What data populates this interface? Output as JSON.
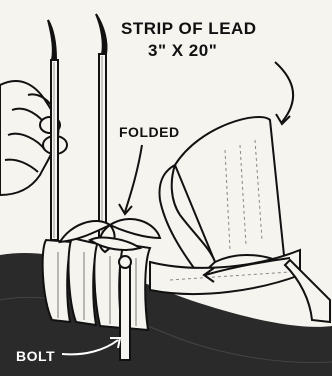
{
  "labels": {
    "strip_title": "STRIP OF LEAD",
    "strip_size": "3\" X 20\"",
    "folded": "FOLDED",
    "bolt": "BOLT"
  },
  "colors": {
    "ink": "#111111",
    "paper": "#f6f4ee",
    "table": "#2a2a2a"
  }
}
